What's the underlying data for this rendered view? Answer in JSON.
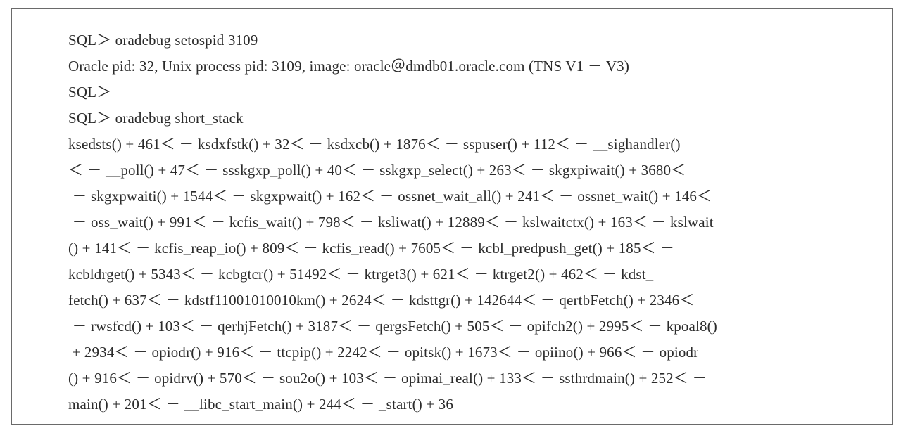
{
  "code_block": {
    "lines": [
      "SQL＞ oradebug setospid 3109",
      "Oracle pid: 32, Unix process pid: 3109, image: oracle＠dmdb01.oracle.com (TNS V1 － V3)",
      "SQL＞",
      "SQL＞ oradebug short_stack",
      "ksedsts() + 461＜ － ksdxfstk() + 32＜ － ksdxcb() + 1876＜ － sspuser() + 112＜ － __sighandler()",
      "＜ － __poll() + 47＜ － ssskgxp_poll() + 40＜ － sskgxp_select() + 263＜ － skgxpiwait() + 3680＜",
      " － skgxpwaiti() + 1544＜ － skgxpwait() + 162＜ － ossnet_wait_all() + 241＜ － ossnet_wait() + 146＜",
      " － oss_wait() + 991＜ － kcfis_wait() + 798＜ － ksliwat() + 12889＜ － kslwaitctx() + 163＜ － kslwait",
      "() + 141＜ － kcfis_reap_io() + 809＜ － kcfis_read() + 7605＜ － kcbl_predpush_get() + 185＜ －",
      "kcbldrget() + 5343＜ － kcbgtcr() + 51492＜ － ktrget3() + 621＜ － ktrget2() + 462＜ － kdst_",
      "fetch() + 637＜ － kdstf11001010010km() + 2624＜ － kdsttgr() + 142644＜ － qertbFetch() + 2346＜",
      " － rwsfcd() + 103＜ － qerhjFetch() + 3187＜ － qergsFetch() + 505＜ － opifch2() + 2995＜ － kpoal8()",
      " + 2934＜ － opiodr() + 916＜ － ttcpip() + 2242＜ － opitsk() + 1673＜ － opiino() + 966＜ － opiodr",
      "() + 916＜ － opidrv() + 570＜ － sou2o() + 103＜ － opimai_real() + 133＜ － ssthrdmain() + 252＜ －",
      "main() + 201＜ － __libc_start_main() + 244＜ － _start() + 36"
    ]
  }
}
